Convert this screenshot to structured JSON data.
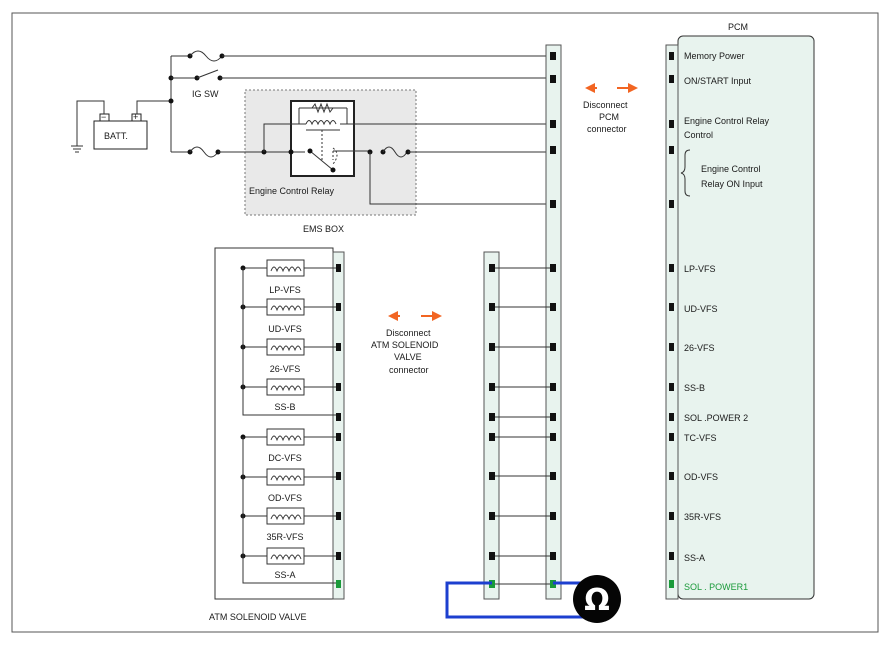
{
  "colors": {
    "connector_fill": "#e8f3ee",
    "pin_green": "#1a9a3a",
    "meter_wire": "#1c3fcf",
    "arrow_orange": "#f26522",
    "ems_box_fill": "#e9e9e9"
  },
  "labels": {
    "pcm": "PCM",
    "ig_sw": "IG SW",
    "batt": "BATT.",
    "batt_minus": "−",
    "batt_plus": "+",
    "engine_control_relay": "Engine Control Relay",
    "ems_box": "EMS BOX",
    "atm_solenoid_valve": "ATM SOLENOID VALVE",
    "disconnect_pcm": [
      "Disconnect",
      "PCM",
      "connector"
    ],
    "disconnect_atm": [
      "Disconnect",
      "ATM SOLENOID",
      "VALVE",
      "connector"
    ],
    "ohmmeter_symbol": "Ω"
  },
  "pcm_pins": [
    "Memory Power",
    "ON/START Input",
    "Engine Control Relay",
    "Control",
    "Engine Control",
    "Relay ON Input",
    "LP-VFS",
    "UD-VFS",
    "26-VFS",
    "SS-B",
    "SOL .POWER 2",
    "TC-VFS",
    "OD-VFS",
    "35R-VFS",
    "SS-A",
    "SOL . POWER1"
  ],
  "solenoids": [
    "LP-VFS",
    "UD-VFS",
    "26-VFS",
    "SS-B",
    "DC-VFS",
    "OD-VFS",
    "35R-VFS",
    "SS-A"
  ]
}
